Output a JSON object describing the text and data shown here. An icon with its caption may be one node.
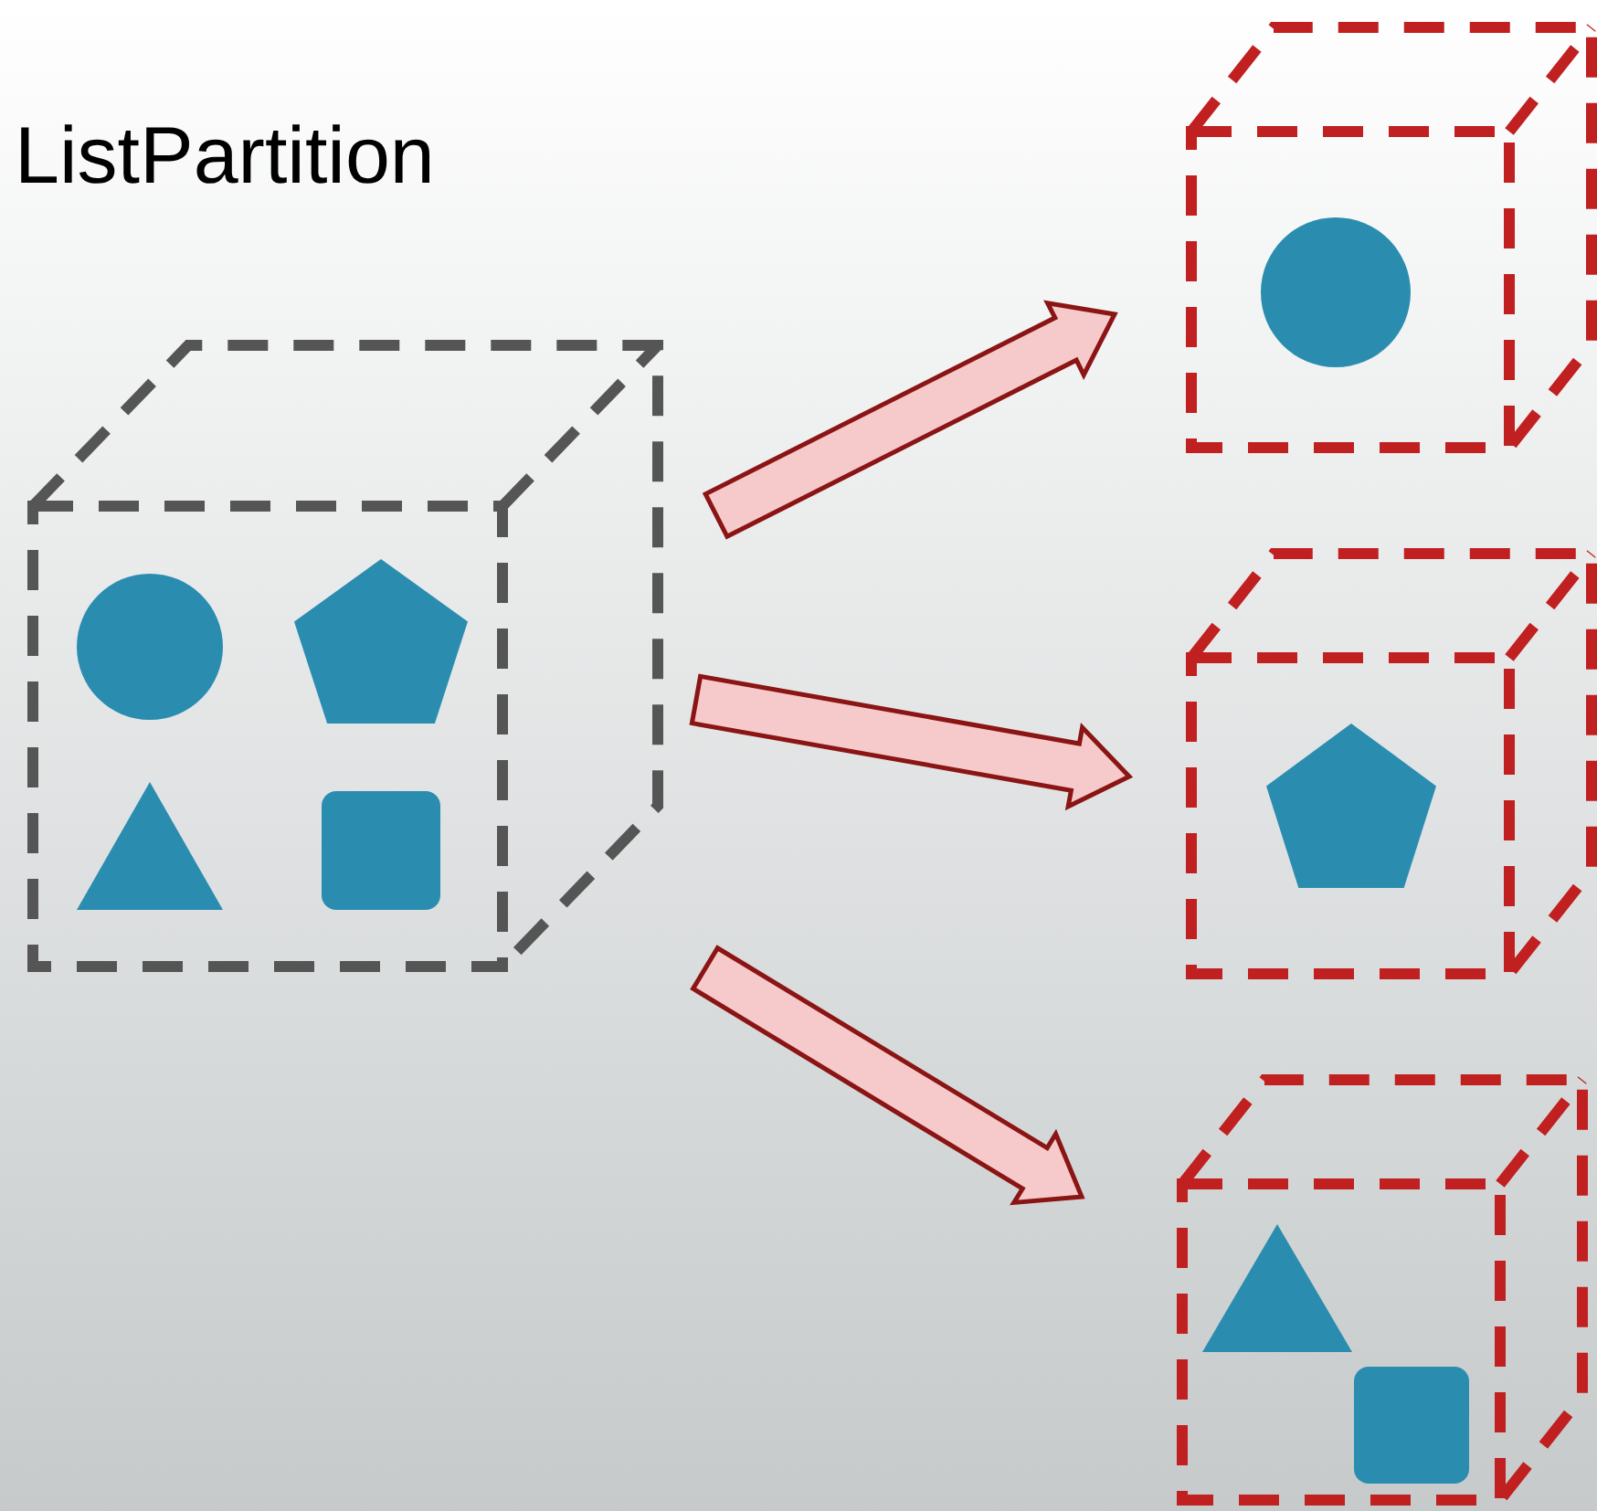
{
  "diagram": {
    "title": "ListPartition",
    "nodes": [
      {
        "text": [],
        "shape": "cube"
      },
      {
        "text": [],
        "shape": "circle",
        "in": 0
      },
      {
        "text": [],
        "shape": "pentagon",
        "in": 0
      },
      {
        "text": [],
        "shape": "triangle",
        "in": 0
      },
      {
        "text": [],
        "shape": "box",
        "in": 0
      },
      {
        "text": [],
        "shape": "cube"
      },
      {
        "text": [],
        "shape": "circle",
        "in": 5
      },
      {
        "text": [],
        "shape": "cube"
      },
      {
        "text": [],
        "shape": "pentagon",
        "in": 7
      },
      {
        "text": [],
        "shape": "cube"
      },
      {
        "text": [],
        "shape": "triangle",
        "in": 9
      },
      {
        "text": [],
        "shape": "box",
        "in": 9
      }
    ],
    "edges": [
      {
        "from": 0,
        "to": 5,
        "arrow": "to"
      },
      {
        "from": 0,
        "to": 7,
        "arrow": "to"
      },
      {
        "from": 0,
        "to": 9,
        "arrow": "to"
      }
    ]
  }
}
